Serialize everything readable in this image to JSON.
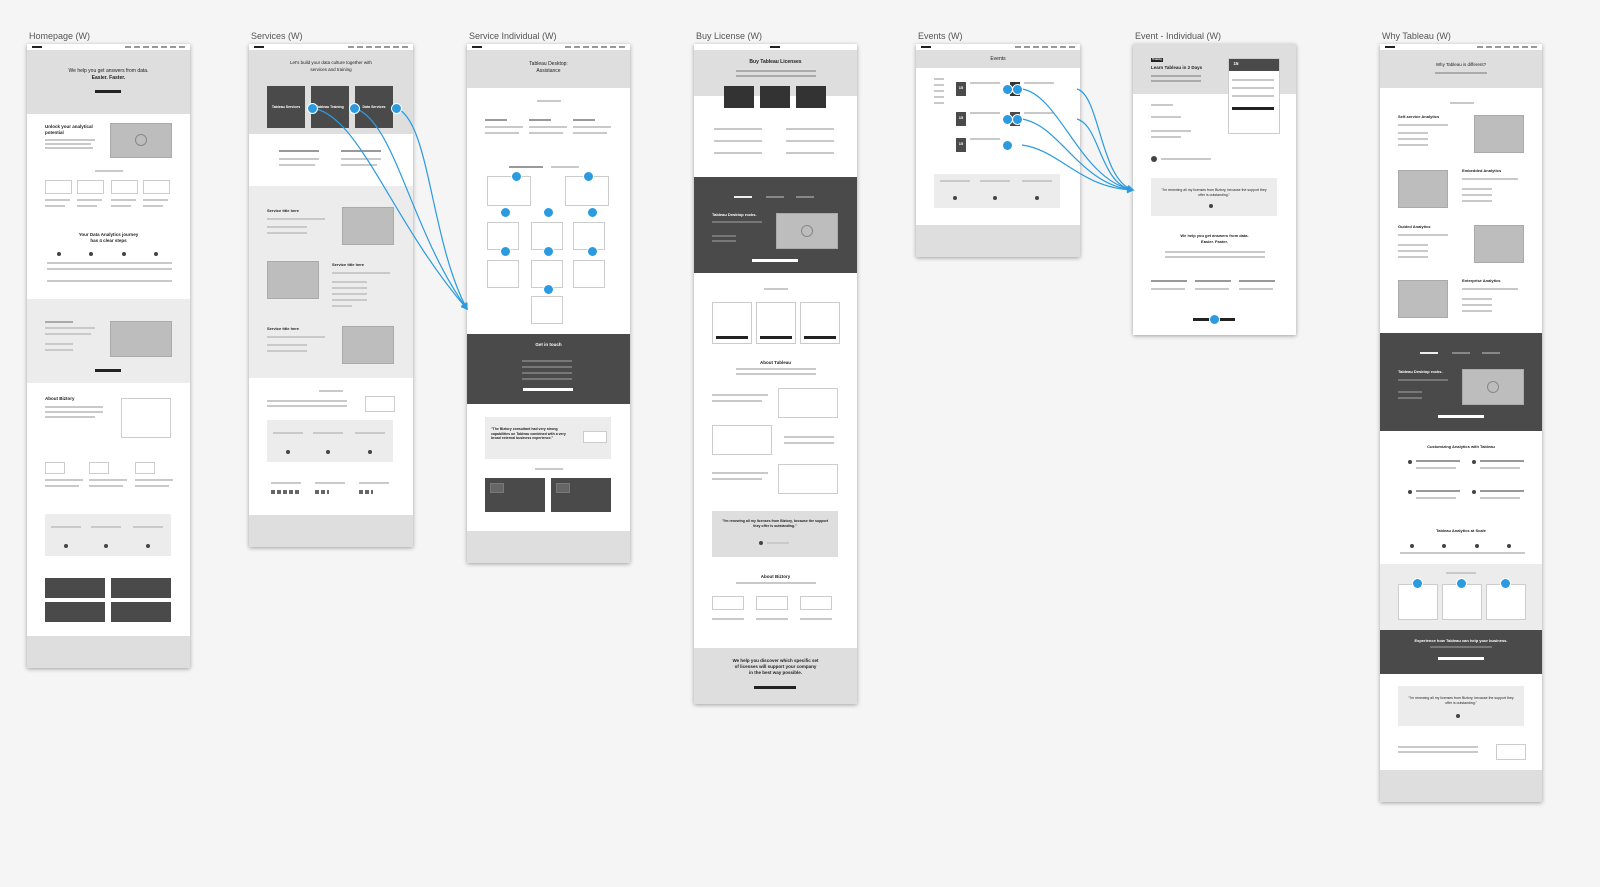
{
  "artboards": [
    {
      "id": "homepage",
      "title": "Homepage (W)"
    },
    {
      "id": "services",
      "title": "Services (W)"
    },
    {
      "id": "service_individual",
      "title": "Service Individual (W)"
    },
    {
      "id": "buy_license",
      "title": "Buy License (W)"
    },
    {
      "id": "events",
      "title": "Events (W)"
    },
    {
      "id": "event_individual",
      "title": "Event - Individual (W)"
    },
    {
      "id": "why_tableau",
      "title": "Why Tableau (W)"
    }
  ],
  "homepage": {
    "hero_line1": "We help you get answers from data.",
    "hero_line2": "Easier. Faster.",
    "unlock": "Unlock your analytical potential",
    "journey_line1": "Your Data Analytics journey",
    "journey_line2": "has 4 clear steps",
    "about": "About Biztory"
  },
  "services": {
    "hero_line1": "Let's build your data culture together with",
    "hero_line2": "services and training",
    "tiles": [
      "Tableau Services",
      "Tableau Training",
      "Data Services"
    ],
    "service_title_1": "Service title here",
    "service_title_2": "Service title here",
    "service_title_3": "Service title here"
  },
  "service_individual": {
    "hero_line1": "Tableau Desktop:",
    "hero_line2": "Assistance",
    "get_in_touch": "Get in touch",
    "quote": "\"The Biztory consultant had very strong capabilities on Tableau combined with a very broad external business experience.\""
  },
  "buy_license": {
    "hero": "Buy Tableau Licenses",
    "dark_title": "Tableau Desktop rocks.",
    "about": "About Tableau",
    "quote": "\"I'm renewing all my licenses from Biztory, because the support they offer is outstanding.\"",
    "about_biztory": "About Biztory",
    "cta_line1": "We help you discover which specific set",
    "cta_line2": "of licenses will support your company",
    "cta_line3": "in the best way possible."
  },
  "events": {
    "hero": "Events",
    "day": "15"
  },
  "event_individual": {
    "badge": "Training",
    "hero": "Learn Tableau in 2 Days",
    "day": "15",
    "quote": "\"I'm renewing all my licenses from Biztory, because the support they offer is outstanding.\"",
    "help_line1": "We help you get answers from data.",
    "help_line2": "Easier. Faster."
  },
  "why_tableau": {
    "hero": "Why Tableau is different?",
    "features": [
      "Self-service Analytics",
      "Embedded Analytics",
      "Guided Analytics",
      "Enterprise Analytics"
    ],
    "dark_title": "Tableau Desktop rocks.",
    "customizing": "Customizing Analytics with Tableau",
    "scale": "Tableau Analytics at Scale",
    "experience": "Experience how Tableau can help your business.",
    "quote": "\"I'm renewing all my licenses from Biztory, because the support they offer is outstanding.\""
  },
  "colors": {
    "canvas": "#f5f5f5",
    "connector": "#2a9be0",
    "dark_band": "#4a4a4a",
    "light_band": "#dedede"
  }
}
